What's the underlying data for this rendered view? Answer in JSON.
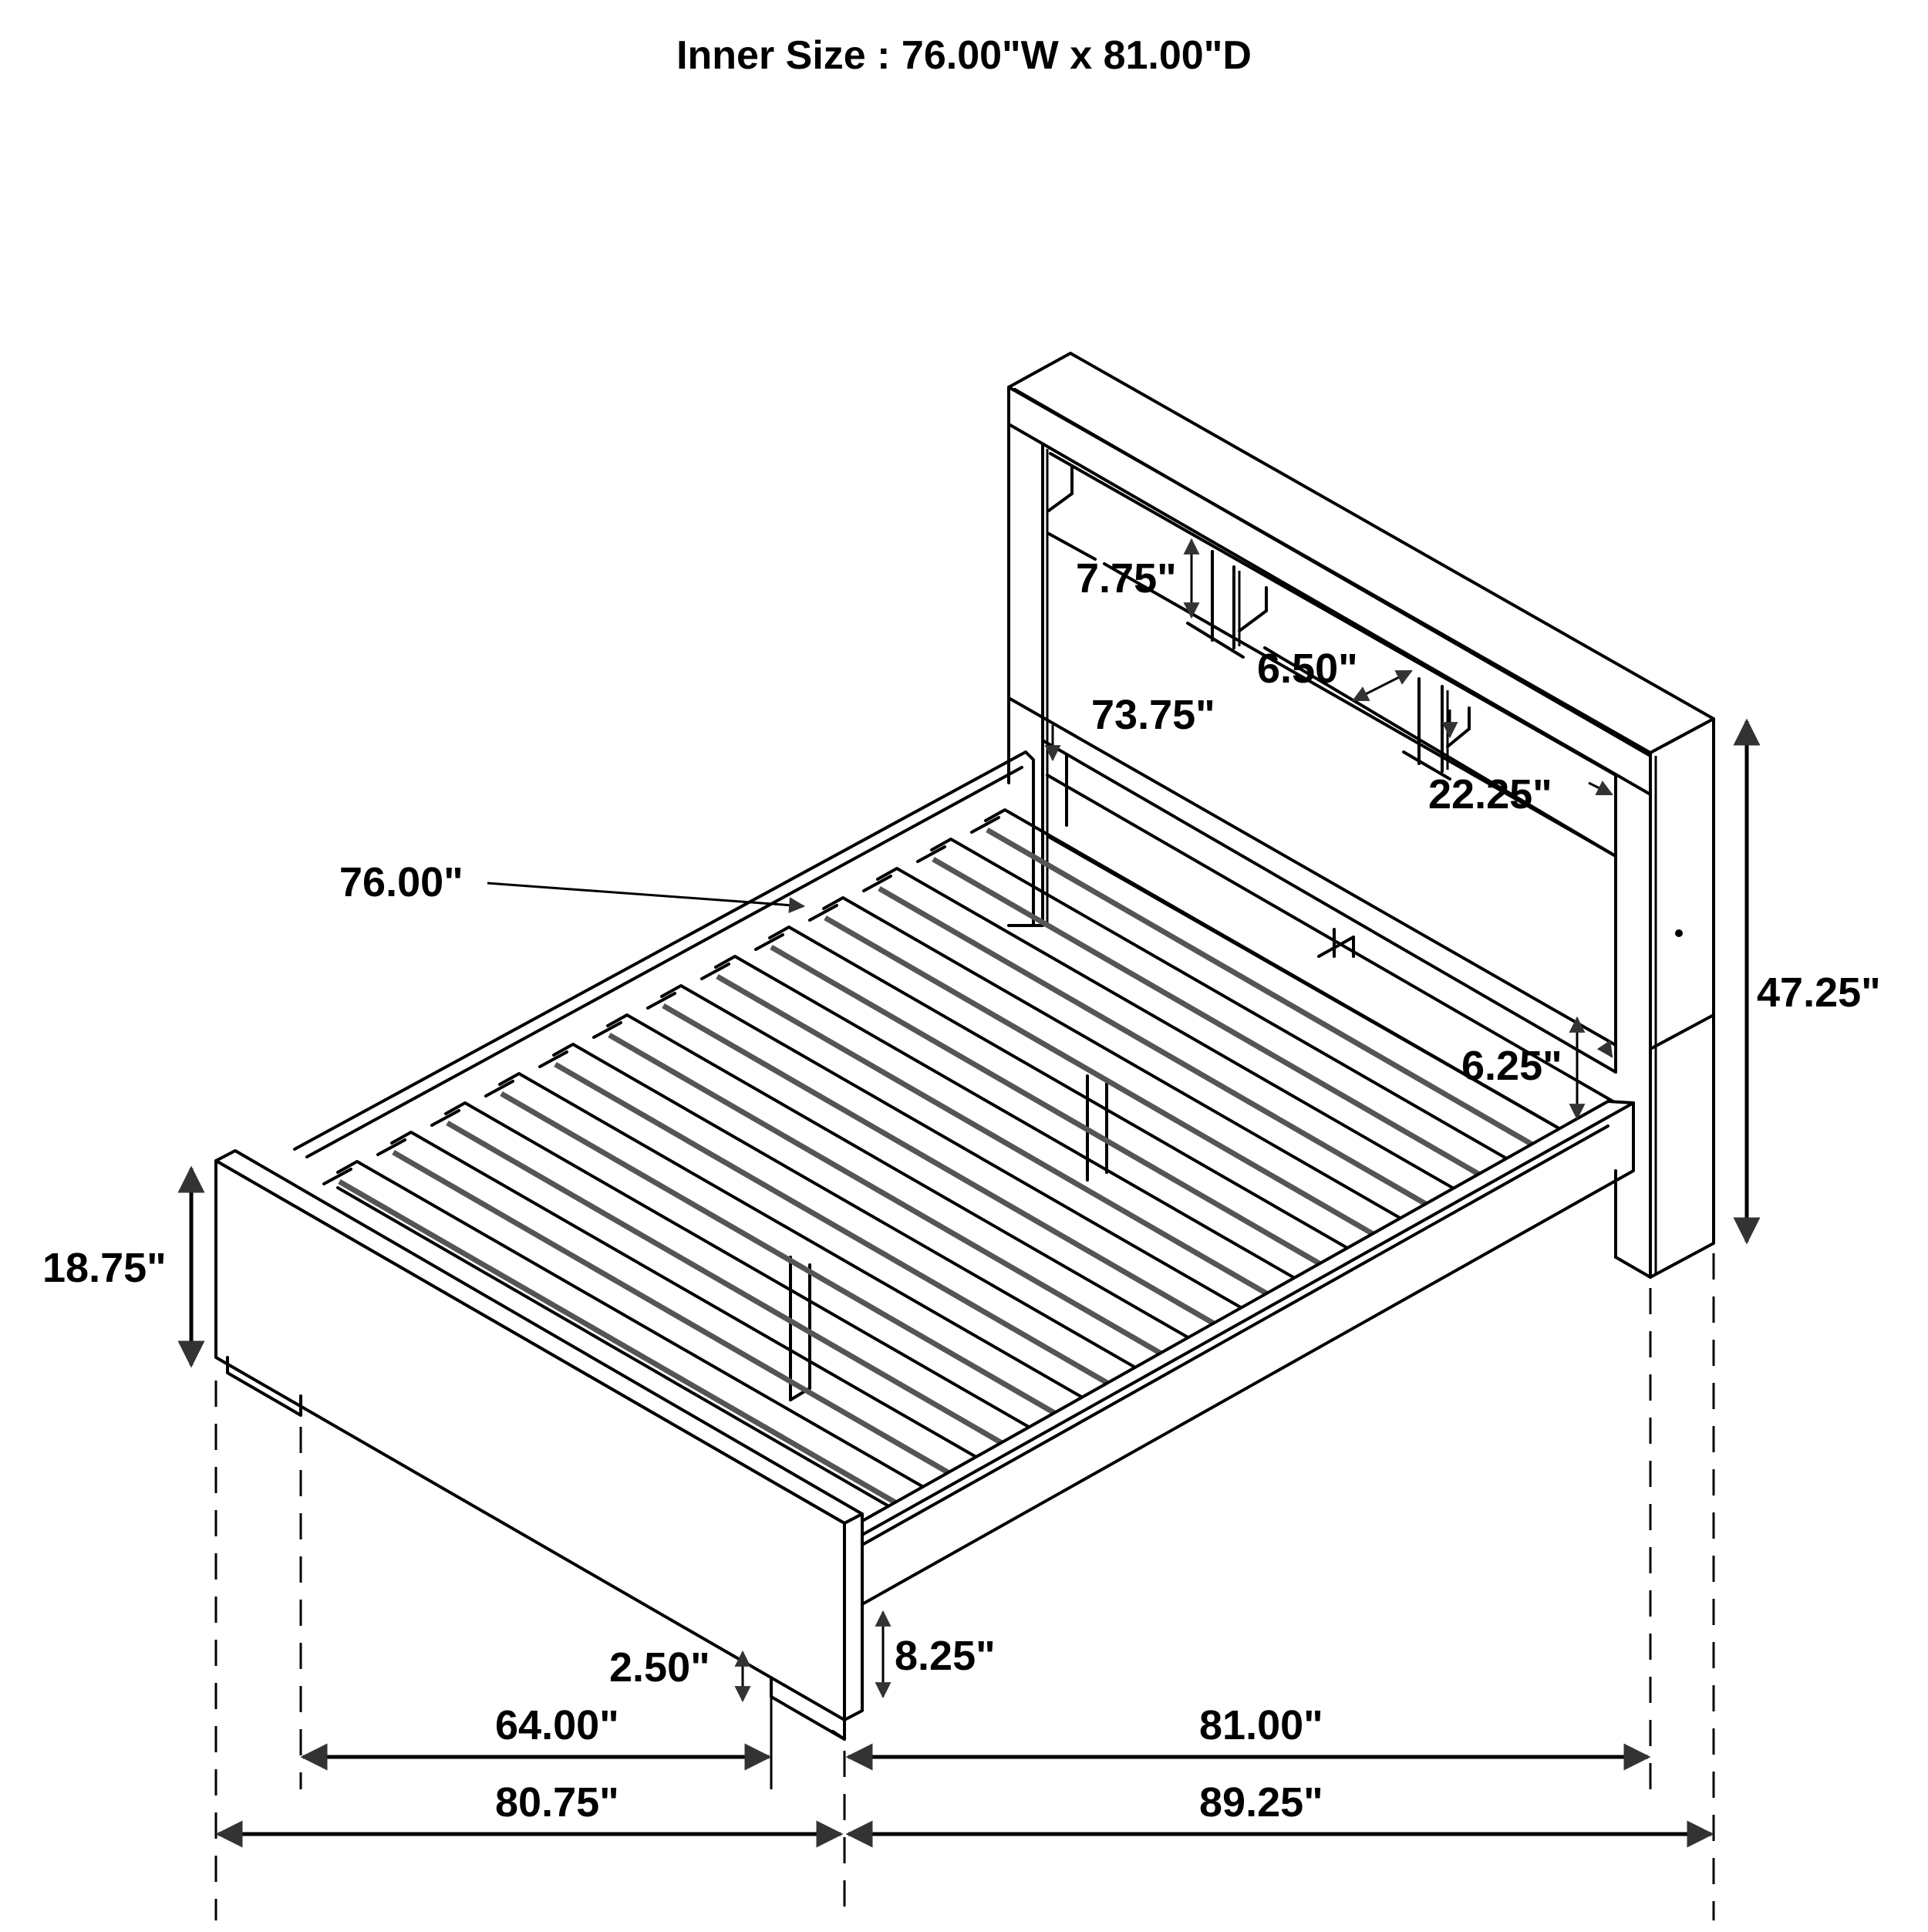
{
  "header": {
    "title": "Inner Size : 76.00\"W x 81.00\"D"
  },
  "colors": {
    "line": "#000000",
    "arrow": "#333333",
    "background": "#ffffff"
  },
  "dimensions": {
    "shelf_height": "7.75\"",
    "shelf_depth": "6.50\"",
    "headboard_inner_width": "73.75\"",
    "shelf_width": "22.25\"",
    "inner_width": "76.00\"",
    "headboard_height": "47.25\"",
    "rail_to_headboard_gap": "6.25\"",
    "footboard_height": "18.75\"",
    "leg_height": "2.50\"",
    "rail_height": "8.25\"",
    "footboard_inner": "64.00\"",
    "inner_length": "81.00\"",
    "overall_width": "80.75\"",
    "overall_length": "89.25\""
  }
}
